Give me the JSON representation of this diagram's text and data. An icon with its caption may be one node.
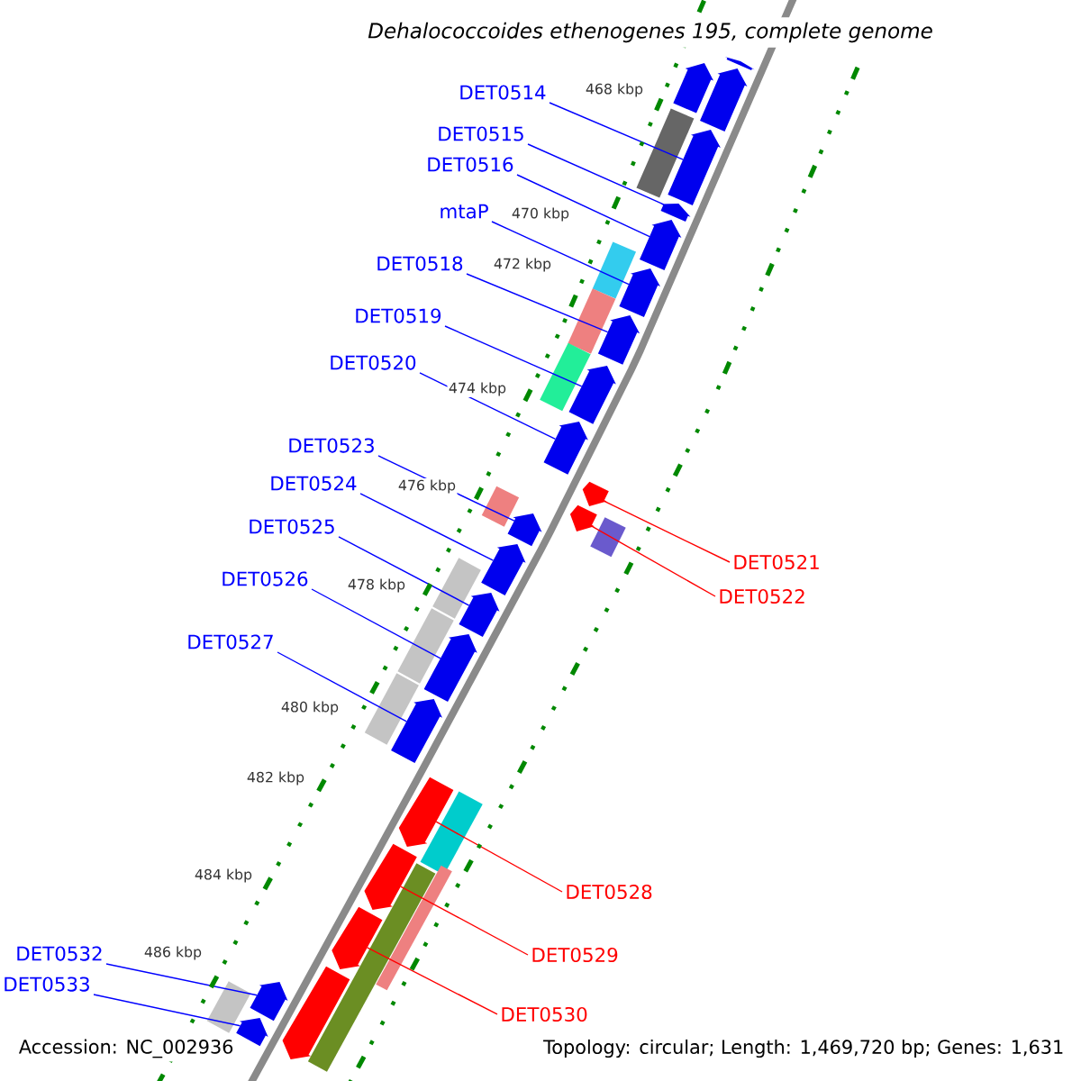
{
  "diagram": {
    "title": "Dehalococcoides ethenogenes 195, complete genome",
    "nodes": [
      {
        "text": [
          "DET0514"
        ]
      },
      {
        "text": [
          "DET0515"
        ]
      },
      {
        "text": [
          "DET0516"
        ]
      },
      {
        "text": [
          "mtaP"
        ]
      },
      {
        "text": [
          "DET0518"
        ]
      },
      {
        "text": [
          "DET0519"
        ]
      },
      {
        "text": [
          "DET0520"
        ]
      },
      {
        "text": [
          "DET0523"
        ]
      },
      {
        "text": [
          "DET0524"
        ]
      },
      {
        "text": [
          "DET0525"
        ]
      },
      {
        "text": [
          "DET0526"
        ]
      },
      {
        "text": [
          "DET0527"
        ]
      },
      {
        "text": [
          "DET0532"
        ]
      },
      {
        "text": [
          "DET0533"
        ]
      },
      {
        "text": [
          "DET0521"
        ]
      },
      {
        "text": [
          "DET0522"
        ]
      },
      {
        "text": [
          "DET0528"
        ]
      },
      {
        "text": [
          "DET0529"
        ]
      },
      {
        "text": [
          "DET0530"
        ]
      },
      {
        "text": [],
        "shape": "bar"
      },
      {
        "text": [],
        "shape": "bar"
      },
      {
        "text": [],
        "shape": "bar"
      },
      {
        "text": [],
        "shape": "bar"
      },
      {
        "text": [],
        "shape": "bar"
      },
      {
        "text": [],
        "shape": "bar"
      },
      {
        "text": [],
        "shape": "bar"
      },
      {
        "text": [],
        "shape": "bar"
      },
      {
        "text": [],
        "shape": "bar"
      },
      {
        "text": [],
        "shape": "bar"
      },
      {
        "text": [],
        "shape": "bar"
      },
      {
        "text": [],
        "shape": "bar"
      },
      {
        "text": [],
        "shape": "bar"
      },
      {
        "text": [],
        "shape": "bar"
      },
      {
        "text": [],
        "shape": "bar"
      },
      {
        "text": [],
        "shape": "bar"
      },
      {
        "text": [],
        "shape": "bar"
      },
      {
        "text": [],
        "shape": "bar"
      },
      {
        "text": [],
        "shape": "bar"
      },
      {
        "text": [],
        "shape": "bar"
      },
      {
        "text": [],
        "shape": "bar"
      },
      {
        "text": [],
        "shape": "bar"
      },
      {
        "text": [],
        "shape": "bar"
      },
      {
        "text": [],
        "shape": "bar"
      },
      {
        "text": [],
        "shape": "bar"
      },
      {
        "text": [],
        "shape": "bar"
      },
      {
        "text": [],
        "shape": "bar"
      },
      {
        "text": [],
        "shape": "bar"
      },
      {
        "text": [],
        "shape": "bar"
      },
      {
        "text": [],
        "shape": "bar"
      },
      {
        "text": [],
        "shape": "bar"
      },
      {
        "text": [],
        "shape": "bar"
      },
      {
        "text": [],
        "shape": "bar"
      },
      {
        "text": [],
        "shape": "bar"
      },
      {
        "text": [],
        "shape": "bar"
      },
      {
        "text": [],
        "shape": "bar"
      }
    ],
    "edges": [
      {
        "from": 0,
        "to": 19,
        "arrow": "none"
      },
      {
        "from": 1,
        "to": 20,
        "arrow": "none"
      },
      {
        "from": 2,
        "to": 21,
        "arrow": "none"
      },
      {
        "from": 3,
        "to": 22,
        "arrow": "none"
      },
      {
        "from": 4,
        "to": 23,
        "arrow": "none"
      },
      {
        "from": 5,
        "to": 24,
        "arrow": "none"
      },
      {
        "from": 6,
        "to": 25,
        "arrow": "none"
      },
      {
        "from": 7,
        "to": 26,
        "arrow": "none"
      },
      {
        "from": 8,
        "to": 27,
        "arrow": "none"
      },
      {
        "from": 9,
        "to": 28,
        "arrow": "none"
      },
      {
        "from": 10,
        "to": 29,
        "arrow": "none"
      },
      {
        "from": 11,
        "to": 30,
        "arrow": "none"
      },
      {
        "from": 12,
        "to": 31,
        "arrow": "none"
      },
      {
        "from": 13,
        "to": 32,
        "arrow": "none"
      },
      {
        "from": 14,
        "to": 33,
        "arrow": "none",
        "color": "#ff0000"
      },
      {
        "from": 15,
        "to": 34,
        "arrow": "none",
        "color": "#ff0000"
      },
      {
        "from": 16,
        "to": 35,
        "arrow": "none",
        "color": "#ff0000"
      },
      {
        "from": 17,
        "to": 36,
        "arrow": "none",
        "color": "#ff0000"
      },
      {
        "from": 18,
        "to": 37,
        "arrow": "none",
        "color": "#ff0000"
      }
    ],
    "labels": [
      "468 kbp",
      "470 kbp",
      "472 kbp",
      "474 kbp",
      "476 kbp",
      "478 kbp",
      "480 kbp",
      "482 kbp",
      "484 kbp",
      "486 kbp",
      "Accession: NC_002936",
      "Topology: circular; Length: 1,469,720 bp; Genes: 1,631"
    ]
  }
}
